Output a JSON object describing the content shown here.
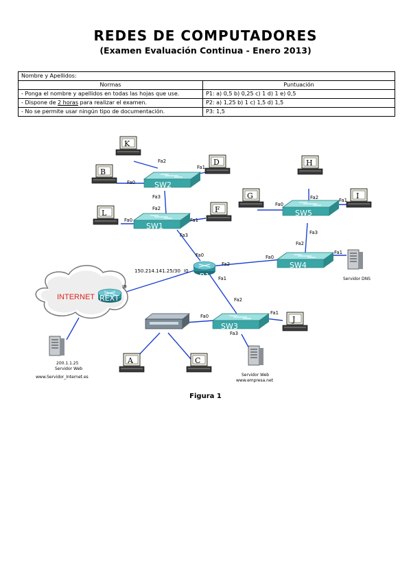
{
  "header": {
    "title": "REDES DE COMPUTADORES",
    "subtitle": "(Examen Evaluación Continua - Enero 2013)"
  },
  "rules_table": {
    "name_label": "Nombre y Apellidos:",
    "col_rules": "Normas",
    "col_score": "Puntuación",
    "rows": [
      {
        "rule": "- Ponga el nombre y apellidos en todas las hojas que use.",
        "score": "P1: a) 0,5 b) 0,25 c) 1 d) 1 e) 0,5"
      },
      {
        "rule_pre": "- Dispone de ",
        "rule_underlined": "2 horas",
        "rule_post": " para realizar el examen.",
        "score": "P2: a) 1,25 b) 1 c) 1,5 d) 1,5"
      },
      {
        "rule": "- No se permite usar ningún tipo de documentación.",
        "score": "P3: 1,5"
      }
    ]
  },
  "diagram": {
    "switches": [
      "SW2",
      "SW1",
      "SW5",
      "SW4",
      "SW3"
    ],
    "routers": [
      "R1",
      "REXT"
    ],
    "pcs": [
      "K",
      "B",
      "D",
      "L",
      "F",
      "H",
      "G",
      "I",
      "J",
      "A",
      "C"
    ],
    "cloud": "INTERNET",
    "ports": {
      "k_sw2": "Fa2",
      "b_sw2": "Fa0",
      "d_sw2": "Fa1",
      "sw2_down": "Fa3",
      "sw1_up": "Fa2",
      "l_sw1": "Fa0",
      "f_sw1": "Fa1",
      "sw1_r1": "Fa3",
      "g_sw5": "Fa0",
      "h_sw5": "Fa2",
      "i_sw5": "Fa1",
      "sw5_down": "Fa3",
      "sw4_up": "Fa2",
      "sw4_r1": "Fa0",
      "dns_sw4": "Fa1",
      "r1_fa0": "Fa0",
      "r1_fa2": "Fa2",
      "r1_fa1": "Fa1",
      "sw3_up": "Fa2",
      "hub_sw3": "Fa0",
      "j_sw3": "Fa1",
      "web_sw3": "Fa3",
      "rext_i9": "I9",
      "r1_i0": "I0"
    },
    "r1_ip": "150.214.141.25/30",
    "servers": {
      "dns": "Servidor DNS",
      "web_ext_ip": "200.1.1.25",
      "web_ext": "Servidor Web",
      "web_ext_url": "www.Servidor_Internet.es",
      "web_int": "Servidor Web",
      "web_int_url": "www.empresa.net"
    }
  },
  "caption": "Figura 1"
}
